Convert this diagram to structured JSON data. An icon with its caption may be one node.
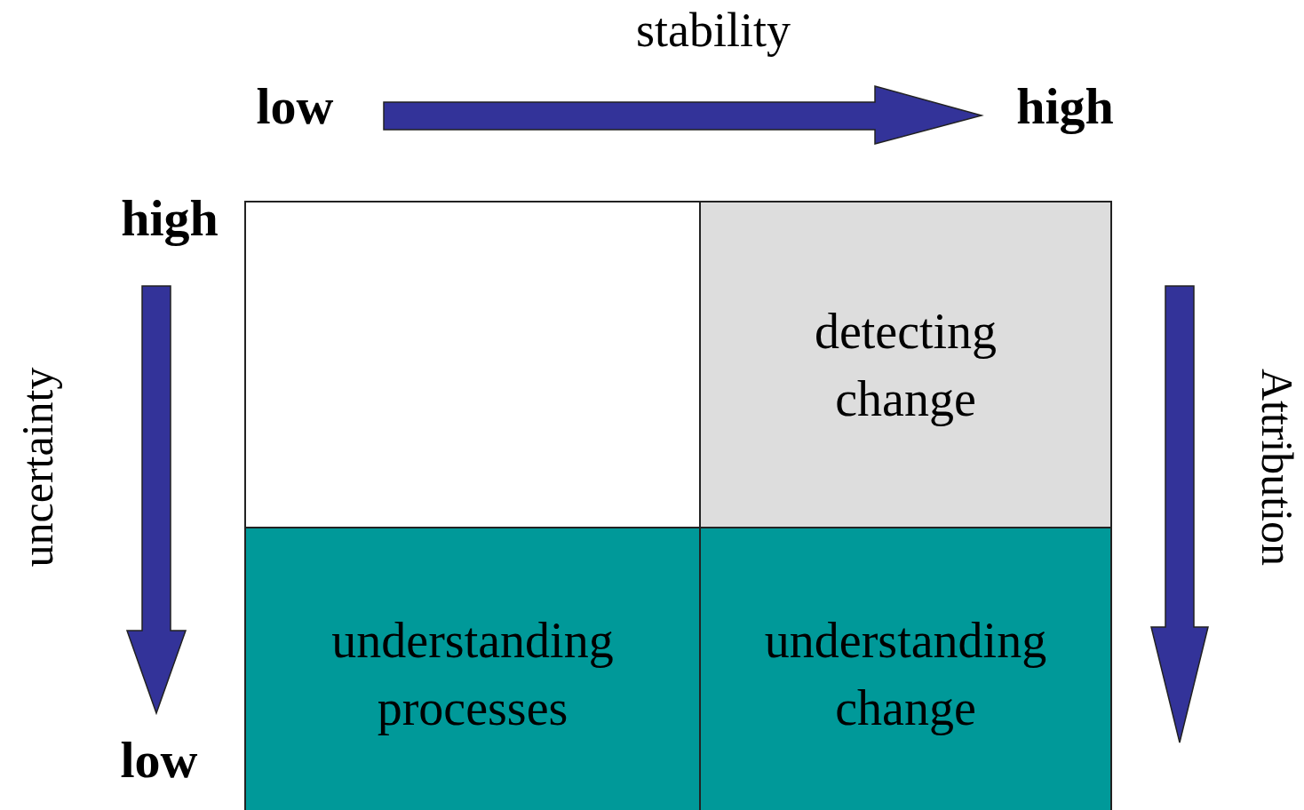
{
  "diagram": {
    "nodes": [
      {
        "text": [],
        "shape": "box"
      },
      {
        "text": [
          "detecting change"
        ]
      },
      {
        "text": [
          "understanding processes"
        ]
      },
      {
        "text": [
          "understanding change"
        ]
      }
    ],
    "labels": [
      "stability",
      "low",
      "high",
      "high",
      "uncertainty",
      "Attribution",
      "low"
    ]
  }
}
